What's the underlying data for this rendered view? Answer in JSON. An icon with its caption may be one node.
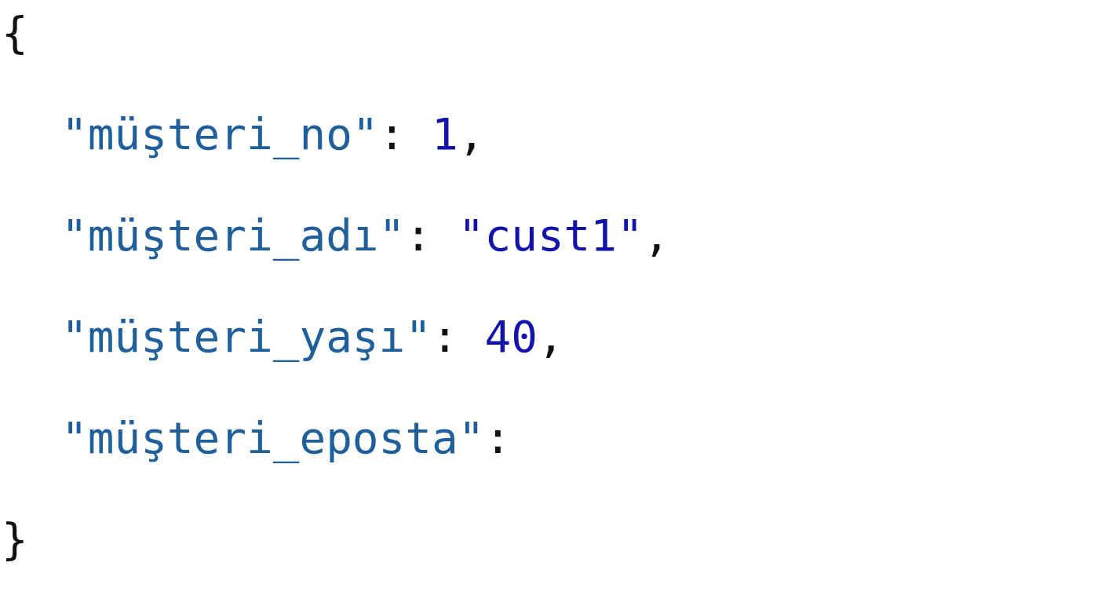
{
  "diagram": {
    "labels": [
      "{",
      "\"müşteri_no\": 1,",
      "\"müşteri_adı\": \"cust1\",",
      "\"müşteri_yaşı\": 40,",
      "\"müşteri_eposta\":",
      "}"
    ]
  }
}
